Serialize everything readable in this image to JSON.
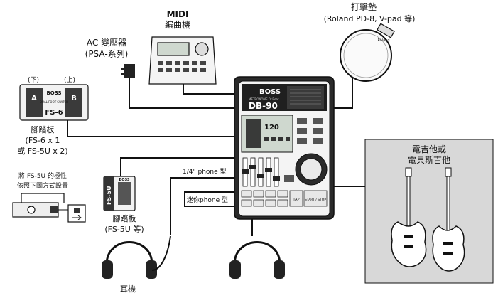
{
  "colors": {
    "ink": "#111111",
    "paper": "#ffffff",
    "device_dark": "#2a2a2a",
    "guitar_box": "#d8d8d8",
    "screen_bg": "#cfd8cf"
  },
  "center_device": {
    "brand": "BOSS",
    "model": "DB-90",
    "subtitle": "METRONOME Dr.Beat",
    "screen_readout": "120",
    "buttons": [
      "TAP",
      "START / STOP"
    ]
  },
  "midi": {
    "title": "MIDI",
    "subtitle": "編曲機"
  },
  "ac_adapter": {
    "title": "AC 變壓器",
    "subtitle": "(PSA-系列)"
  },
  "trigger_pad": {
    "title": "打擊墊",
    "subtitle": "(Roland PD-8, V-pad 等)",
    "pad_brand": "Roland"
  },
  "footswitch_fs6": {
    "left_mark": "(下)",
    "right_mark": "(上)",
    "pedal_a": "A",
    "pedal_b": "B",
    "brand": "BOSS",
    "model": "FS-6",
    "small_text": "DUAL FOOT SWITCH",
    "caption_1": "腳踏板",
    "caption_2": "(FS-6 x 1",
    "caption_3": "或 FS-5U x 2)"
  },
  "polarity_note": {
    "line_1": "將 FS-5U 的極性",
    "line_2": "依照下圖方式設置"
  },
  "footswitch_fs5u": {
    "model": "FS-5U",
    "brand": "BOSS",
    "caption_1": "腳踏板",
    "caption_2": "(FS-5U 等)"
  },
  "phone_labels": {
    "quarter_inch": "1/4\" phone 型",
    "mini": "迷你phone 型"
  },
  "headphones": {
    "caption": "耳機"
  },
  "guitar_box": {
    "line_1": "電吉他或",
    "line_2": "電貝斯吉他"
  }
}
